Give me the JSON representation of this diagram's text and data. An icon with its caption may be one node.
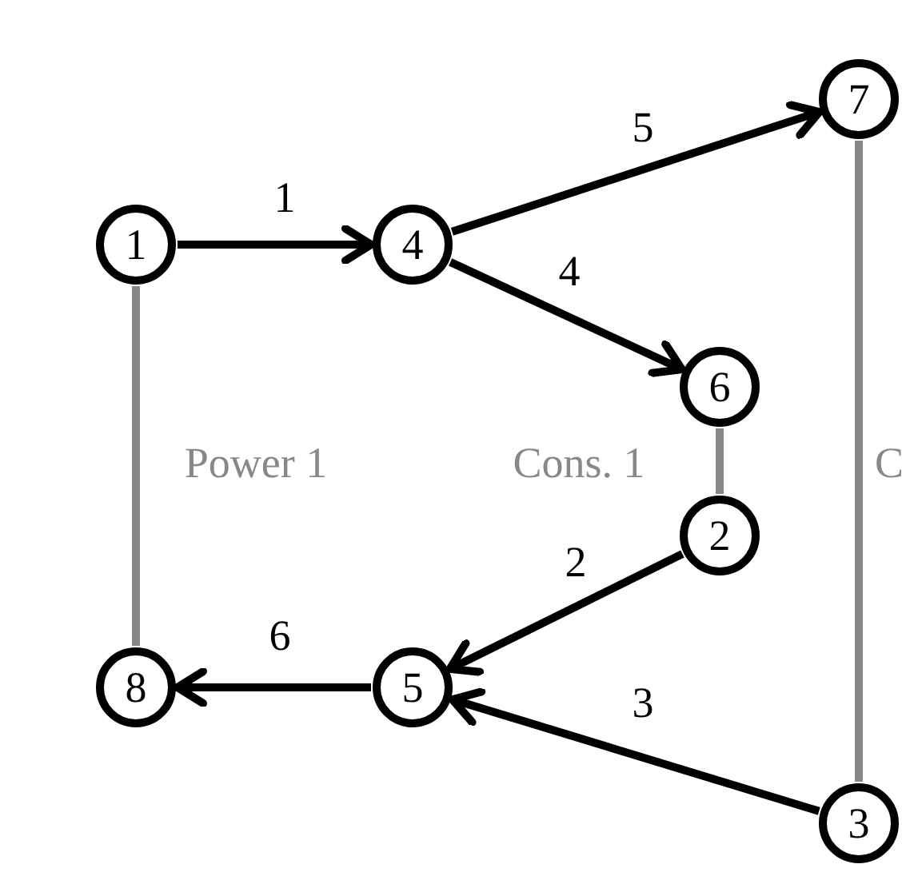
{
  "diagram": {
    "nodes": [
      {
        "text": [
          "1"
        ]
      },
      {
        "text": [
          "4"
        ]
      },
      {
        "text": [
          "7"
        ]
      },
      {
        "text": [
          "6"
        ]
      },
      {
        "text": [
          "2"
        ]
      },
      {
        "text": [
          "8"
        ]
      },
      {
        "text": [
          "5"
        ]
      },
      {
        "text": [
          "3"
        ]
      }
    ],
    "edges": [
      {
        "from": 0,
        "to": 1,
        "arrow": "to",
        "label": "1"
      },
      {
        "from": 1,
        "to": 2,
        "arrow": "to",
        "label": "5"
      },
      {
        "from": 1,
        "to": 3,
        "arrow": "to",
        "label": "4"
      },
      {
        "from": 4,
        "to": 6,
        "arrow": "to",
        "label": "2"
      },
      {
        "from": 6,
        "to": 5,
        "arrow": "to",
        "label": "6"
      },
      {
        "from": 7,
        "to": 6,
        "arrow": "to",
        "label": "3"
      },
      {
        "from": 0,
        "to": 5,
        "arrow": "none",
        "label": "Power 1",
        "color": "#888888"
      },
      {
        "from": 3,
        "to": 4,
        "arrow": "none",
        "label": "Cons. 1",
        "color": "#888888"
      },
      {
        "from": 2,
        "to": 7,
        "arrow": "none",
        "label": "C",
        "color": "#888888"
      }
    ]
  }
}
